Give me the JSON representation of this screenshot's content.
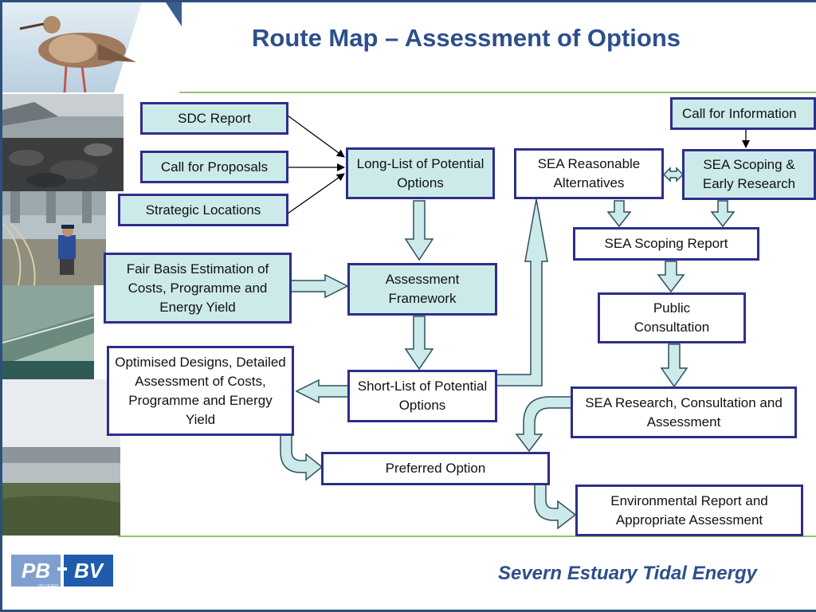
{
  "title": "Route Map – Assessment of Options",
  "footer": {
    "text": "Severn Estuary Tidal Energy"
  },
  "logo": {
    "left": "PB",
    "right": "BV",
    "sub": "100 YEARS"
  },
  "boxes": {
    "sdc_report": "SDC Report",
    "call_for_proposals": "Call for Proposals",
    "strategic_locations": "Strategic Locations",
    "long_list": "Long-List of Potential Options",
    "sea_reasonable_alternatives": "SEA Reasonable Alternatives",
    "call_for_information": "Call for Information",
    "sea_scoping_early_research": "SEA Scoping & Early Research",
    "sea_scoping_report": "SEA Scoping Report",
    "fair_basis_estimation": "Fair Basis Estimation of Costs, Programme and Energy Yield",
    "assessment_framework": "Assessment Framework",
    "public_consultation": "Public Consultation",
    "optimised_designs": "Optimised Designs, Detailed Assessment of Costs, Programme and Energy Yield",
    "short_list": "Short-List of Potential Options",
    "sea_research": "SEA Research, Consultation and Assessment",
    "preferred_option": "Preferred Option",
    "environmental_report": "Environmental Report and Appropriate Assessment"
  },
  "colors": {
    "box_border": "#2e2e8c",
    "box_fill": "#cdeaea",
    "arrow_fill": "#cdeaea",
    "arrow_stroke": "#2f4f5f",
    "title": "#2d4f8c",
    "accent_line": "#9bbf6a"
  }
}
